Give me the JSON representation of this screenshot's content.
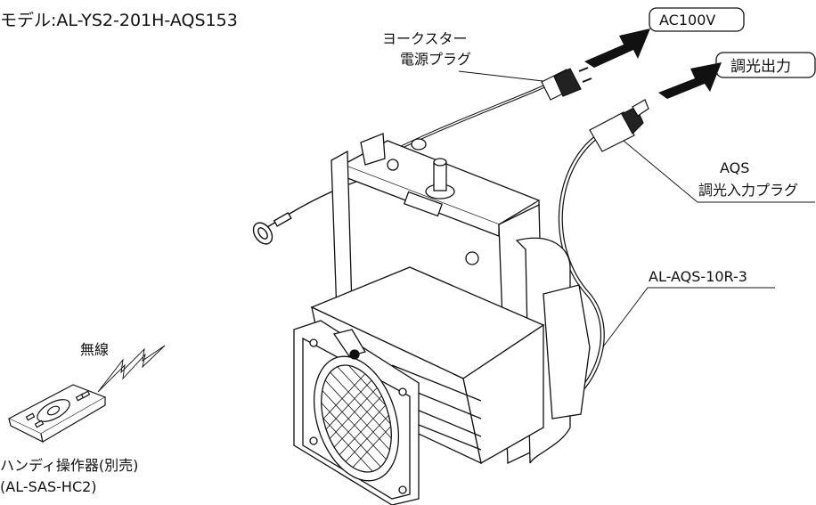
{
  "model_label": "モデル:AL-YS2-201H-AQS153",
  "labels": {
    "yorkstar_line1": "ヨークスター",
    "yorkstar_line2": "電源プラグ",
    "aqs_line1": "AQS",
    "aqs_line2": "調光入力プラグ",
    "cable": "AL-AQS-10R-3",
    "wireless": "無線",
    "remote_line1": "ハンディ操作器(別売)",
    "remote_line2": "(AL-SAS-HC2)"
  },
  "tags": {
    "ac100v": "AC100V",
    "dimming_out": "調光出力"
  }
}
